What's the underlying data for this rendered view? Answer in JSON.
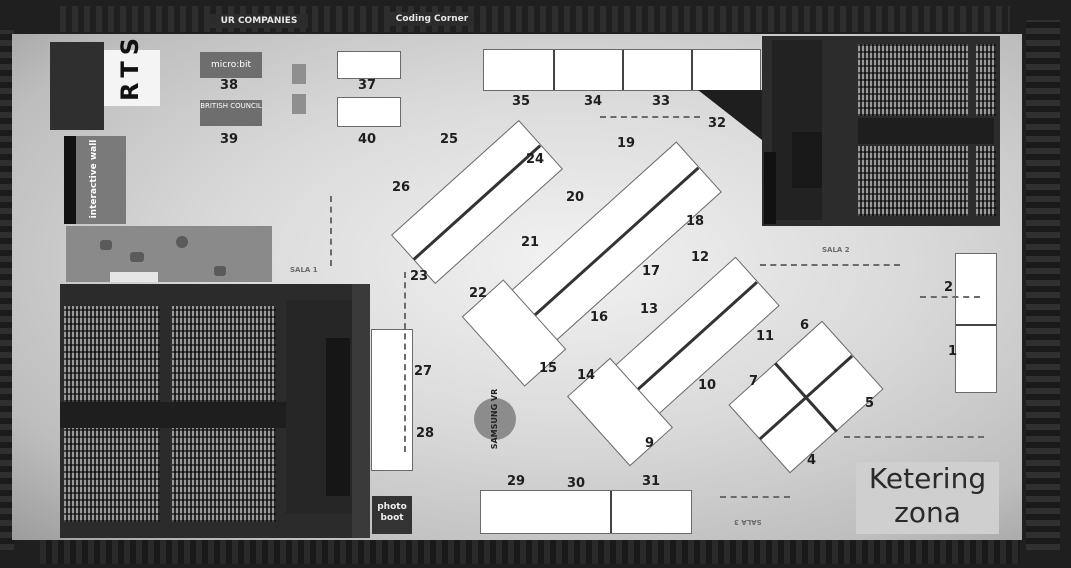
{
  "signs": {
    "top_left": "UR COMPANIES",
    "top_center": "Coding Corner"
  },
  "labels": {
    "rts": "RTS",
    "interactive_wall": "interactive wall",
    "photo_boot": "photo boot",
    "samsung_vr": "SAMSUNG VR",
    "ketering": "Ketering zona",
    "microbit": "micro:bit",
    "british_council": "BRITISH COUNCIL",
    "sala_1": "SALA 1",
    "sala_2": "SALA 2",
    "sala_3": "SALA 3"
  },
  "booth_numbers": {
    "b1": "1",
    "b2": "2",
    "b4": "4",
    "b5": "5",
    "b6": "6",
    "b7": "7",
    "b9": "9",
    "b10": "10",
    "b11": "11",
    "b12": "12",
    "b13": "13",
    "b14": "14",
    "b15": "15",
    "b16": "16",
    "b17": "17",
    "b18": "18",
    "b19": "19",
    "b20": "20",
    "b21": "21",
    "b22": "22",
    "b23": "23",
    "b24": "24",
    "b25": "25",
    "b26": "26",
    "b27": "27",
    "b28": "28",
    "b29": "29",
    "b30": "30",
    "b31": "31",
    "b32": "32",
    "b33": "33",
    "b34": "34",
    "b35": "35",
    "b37": "37",
    "b38": "38",
    "b39": "39",
    "b40": "40"
  },
  "colors": {
    "booth": "#ffffff",
    "floor_center": "#f2f2f2",
    "wall": "#1f1f1f",
    "hall": "#2b2b2b"
  }
}
